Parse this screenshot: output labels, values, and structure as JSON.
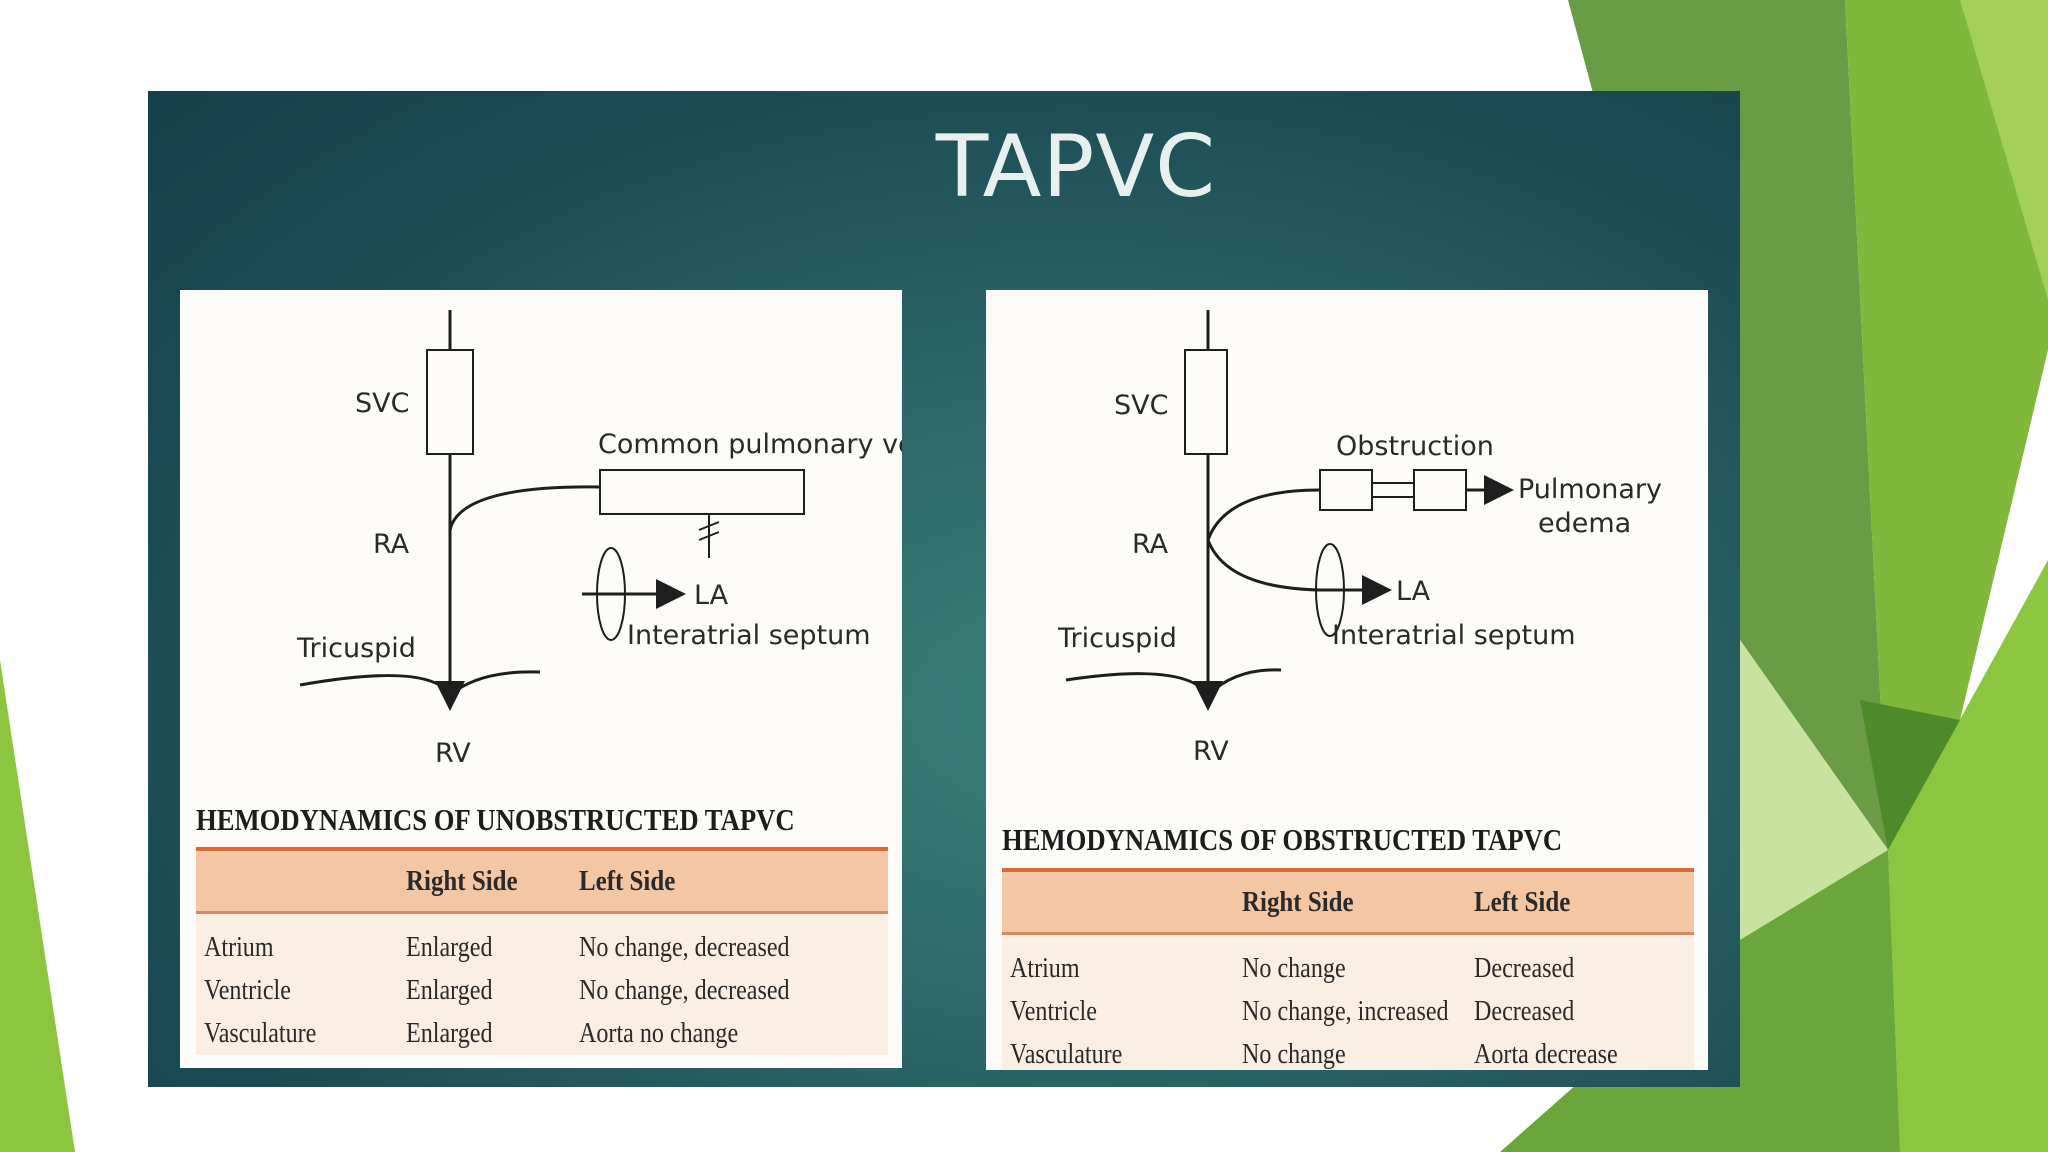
{
  "slide": {
    "title": "TAPVC",
    "colors": {
      "accent_green": "#8cc63f",
      "dark_green": "#5f9a32",
      "teal": "#2a6566"
    }
  },
  "left_panel": {
    "labels": {
      "svc": "SVC",
      "ra": "RA",
      "tricuspid": "Tricuspid",
      "rv": "RV",
      "common_vein": "Common pulmonary vein",
      "la": "LA",
      "septum": "Interatrial septum"
    },
    "table": {
      "title": "HEMODYNAMICS OF UNOBSTRUCTED TAPVC",
      "headers": [
        "",
        "Right Side",
        "Left Side"
      ],
      "rows": [
        [
          "Atrium",
          "Enlarged",
          "No change, decreased"
        ],
        [
          "Ventricle",
          "Enlarged",
          "No change, decreased"
        ],
        [
          "Vasculature",
          "Enlarged",
          "Aorta no change"
        ]
      ]
    }
  },
  "right_panel": {
    "labels": {
      "svc": "SVC",
      "ra": "RA",
      "tricuspid": "Tricuspid",
      "rv": "RV",
      "obstruction": "Obstruction",
      "pulmonary": "Pulmonary",
      "edema": "edema",
      "la": "LA",
      "septum": "Interatrial septum"
    },
    "table": {
      "title": "HEMODYNAMICS OF OBSTRUCTED TAPVC",
      "headers": [
        "",
        "Right Side",
        "Left Side"
      ],
      "rows": [
        [
          "Atrium",
          "No change",
          "Decreased"
        ],
        [
          "Ventricle",
          "No change, increased",
          "Decreased"
        ],
        [
          "Vasculature",
          "No change",
          "Aorta decrease"
        ]
      ]
    }
  }
}
